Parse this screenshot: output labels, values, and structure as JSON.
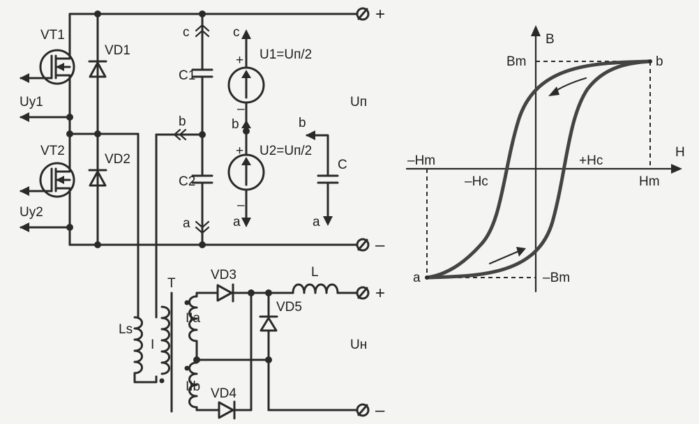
{
  "circuit": {
    "labels": {
      "vt1": "VT1",
      "vd1": "VD1",
      "vt2": "VT2",
      "vd2": "VD2",
      "uy1": "Uy1",
      "uy2": "Uy2",
      "c1": "C1",
      "c2": "C2",
      "c": "C",
      "node_c_top": "c",
      "node_b_mid": "b",
      "node_a_bot": "a",
      "node_c_src": "c",
      "node_b_src": "b",
      "node_a_src": "a",
      "node_b_cap": "b",
      "node_a_cap": "a",
      "u1": "U1=Uп/2",
      "u2": "U2=Uп/2",
      "up": "Uп",
      "plus1": "+",
      "minus1": "–",
      "plus2": "+",
      "minus2": "–",
      "terminal_plus_top": "+",
      "terminal_minus_mid": "–",
      "t": "T",
      "ls": "Ls",
      "winding_i": "I",
      "winding_iia": "IIa",
      "winding_iib": "IIb",
      "vd3": "VD3",
      "vd4": "VD4",
      "vd5": "VD5",
      "l": "L",
      "un": "Uн",
      "terminal_plus_out": "+",
      "terminal_minus_out": "–"
    }
  },
  "hysteresis": {
    "labels": {
      "b_axis": "B",
      "h_axis": "H",
      "bm": "Bm",
      "neg_bm": "–Bm",
      "hm": "Hm",
      "neg_hm": "–Hm",
      "pos_hc": "+Hc",
      "neg_hc": "–Hc",
      "point_a": "a",
      "point_b": "b"
    }
  }
}
